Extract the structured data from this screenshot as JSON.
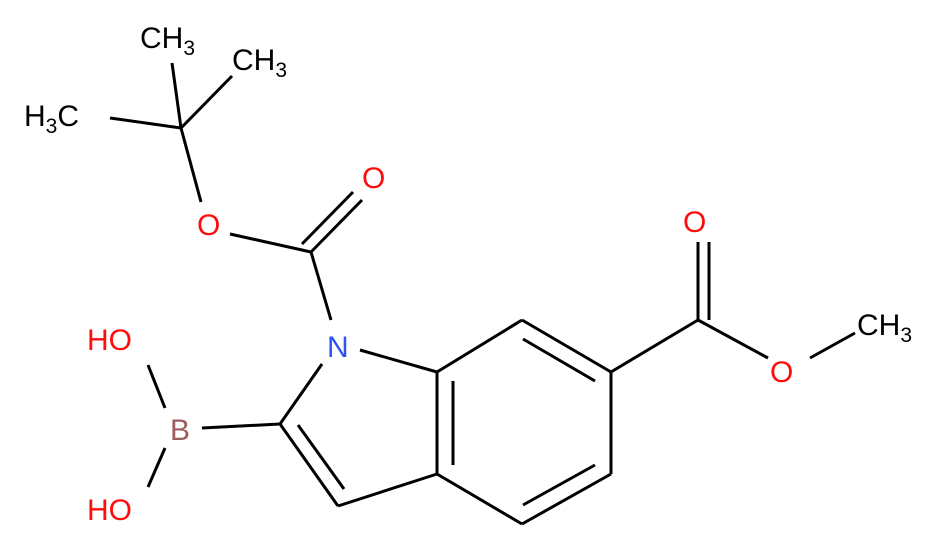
{
  "molecule": {
    "atoms": {
      "ch3_a": "CH",
      "ch3_a_sub": "3",
      "ch3_b": "CH",
      "ch3_b_sub": "3",
      "h3c": "H",
      "h3c_sub": "3",
      "h3c_c": "C",
      "o_carbonyl_boc": "O",
      "o_ester_boc": "O",
      "n_indole": "N",
      "b_atom": "B",
      "oh_top": "HO",
      "oh_bottom": "HO",
      "o_carbonyl_ester": "O",
      "o_ester_methyl": "O",
      "ch3_methyl": "CH",
      "ch3_methyl_sub": "3"
    },
    "colors": {
      "carbon": "#000000",
      "oxygen": "#ff0d0d",
      "nitrogen": "#3050f8",
      "boron": "#9a5c5c"
    }
  }
}
